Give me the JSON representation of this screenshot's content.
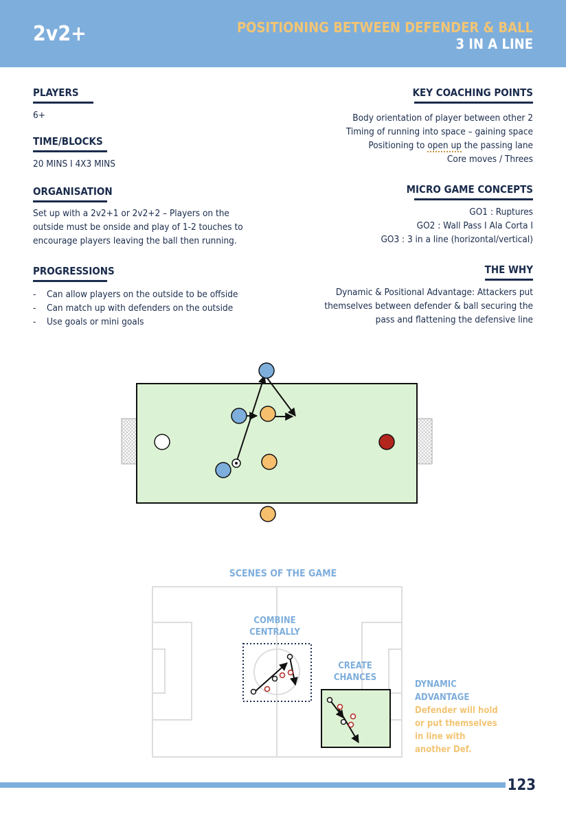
{
  "header": {
    "code": "2v2+",
    "title_line1": "POSITIONING BETWEEN DEFENDER & BALL",
    "title_line2": "3 IN A LINE"
  },
  "left": {
    "players": {
      "heading": "PLAYERS",
      "text": "6+"
    },
    "time": {
      "heading": "TIME/BLOCKS",
      "text": "20 MINS I 4X3 MINS"
    },
    "organisation": {
      "heading": "ORGANISATION",
      "lines": [
        "Set up with a 2v2+1 or 2v2+2 – Players on the",
        "outside must be onside and play of 1-2 touches to",
        "encourage players leaving the ball then running."
      ]
    },
    "progressions": {
      "heading": "PROGRESSIONS",
      "items": [
        "Can allow players on the outside to be offside",
        "Can match up with defenders on the outside",
        "Use goals or mini goals"
      ]
    }
  },
  "right": {
    "coaching": {
      "heading": "KEY COACHING POINTS",
      "line1": "Body orientation of player between other 2",
      "line2": "Timing of running into space – gaining space",
      "line3_pre": "Positioning to ",
      "line3_dotted": "open up",
      "line3_post": " the passing lane",
      "line4": "Core moves / Threes"
    },
    "micro": {
      "heading": "MICRO GAME CONCEPTS",
      "lines": [
        "GO1 : Ruptures",
        "GO2 : Wall Pass I Ala Corta I",
        "GO3 : 3 in a line (horizontal/vertical)"
      ]
    },
    "why": {
      "heading": "THE WHY",
      "lines": [
        "Dynamic & Positional Advantage: Attackers put",
        "themselves between defender & ball securing the",
        "pass and flattening the defensive line"
      ]
    }
  },
  "scenes": {
    "title": "SCENES OF THE GAME",
    "combine": [
      "COMBINE",
      "CENTRALLY"
    ],
    "create": [
      "CREATE",
      "CHANCES"
    ],
    "dynamic": {
      "heading": [
        "DYNAMIC",
        "ADVANTAGE"
      ],
      "text": [
        "Defender will hold",
        "or put themselves",
        "in line with",
        "another Def."
      ]
    }
  },
  "page_number": "123",
  "colors": {
    "header": "#7eaedc",
    "gold": "#f2c574",
    "navy": "#1a2b4c",
    "pitch": "#dcf2d4",
    "attacker": "#7eaedc",
    "defender": "#f5bf6e",
    "keeper_red": "#b3261e"
  }
}
